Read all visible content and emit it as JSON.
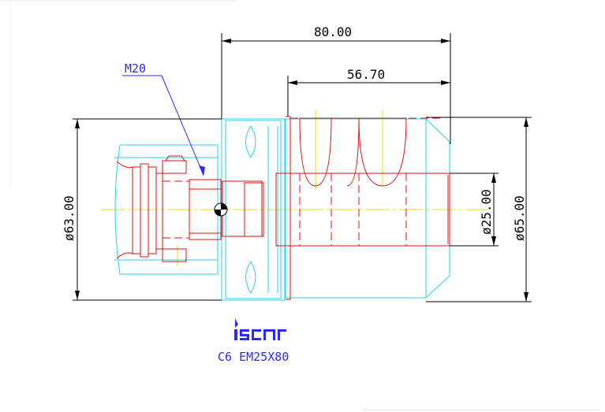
{
  "dimensions": {
    "overall_length": "80.00",
    "bore_depth": "56.70",
    "thread": "M20",
    "dia_left": "ø63.00",
    "dia_bore": "ø25.00",
    "dia_body": "ø65.00"
  },
  "logo": {
    "brand": "iscar"
  },
  "part": {
    "designation": "C6 EM25X80"
  },
  "colors": {
    "outline_cyan": "#22d3ee",
    "section_red": "#e01010",
    "centerline_yellow": "#e8e000",
    "dimension_black": "#000000",
    "label_blue": "#2a2aff"
  }
}
